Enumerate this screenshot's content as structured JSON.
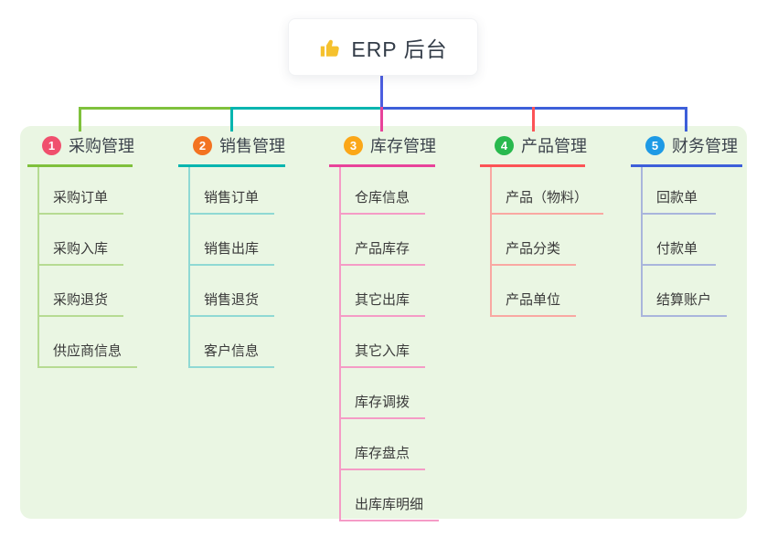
{
  "root": {
    "icon": "thumbs-up-icon",
    "label": "ERP 后台"
  },
  "colors": {
    "canvas_bg": "#ffffff",
    "panel_bg": "#eaf6e3",
    "root_line": "#4c5ee0",
    "root_text": "#333c48",
    "item_text": "#3a3a3a",
    "thumb_yellow": "#f5c12e"
  },
  "branches": [
    {
      "badge": "1",
      "label": "采购管理",
      "badge_color": "#f0506e",
      "line_color": "#7fc13c",
      "subline_color": "#b6db92",
      "items": [
        "采购订单",
        "采购入库",
        "采购退货",
        "供应商信息"
      ]
    },
    {
      "badge": "2",
      "label": "销售管理",
      "badge_color": "#f37321",
      "line_color": "#00b5af",
      "subline_color": "#8fd9d4",
      "items": [
        "销售订单",
        "销售出库",
        "销售退货",
        "客户信息"
      ]
    },
    {
      "badge": "3",
      "label": "库存管理",
      "badge_color": "#fba718",
      "line_color": "#e8439a",
      "subline_color": "#f59bc6",
      "items": [
        "仓库信息",
        "产品库存",
        "其它出库",
        "其它入库",
        "库存调拨",
        "库存盘点",
        "出库库明细"
      ]
    },
    {
      "badge": "4",
      "label": "产品管理",
      "badge_color": "#29b94e",
      "line_color": "#fc5356",
      "subline_color": "#f9a8a2",
      "items": [
        "产品（物料）",
        "产品分类",
        "产品单位"
      ]
    },
    {
      "badge": "5",
      "label": "财务管理",
      "badge_color": "#1e9ae5",
      "line_color": "#3d5fd9",
      "subline_color": "#a9b5dc",
      "items": [
        "回款单",
        "付款单",
        "结算账户"
      ]
    }
  ]
}
